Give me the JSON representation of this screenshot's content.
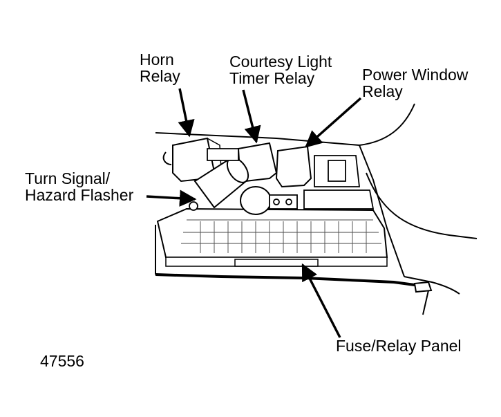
{
  "labels": {
    "horn_relay": [
      "Horn",
      "Relay"
    ],
    "courtesy_light_timer_relay": [
      "Courtesy Light",
      "Timer Relay"
    ],
    "power_window_relay": [
      "Power Window",
      "Relay"
    ],
    "turn_signal_hazard_flasher": [
      "Turn Signal/",
      "Hazard Flasher"
    ],
    "fuse_relay_panel": "Fuse/Relay Panel"
  },
  "figure_number": "47556"
}
